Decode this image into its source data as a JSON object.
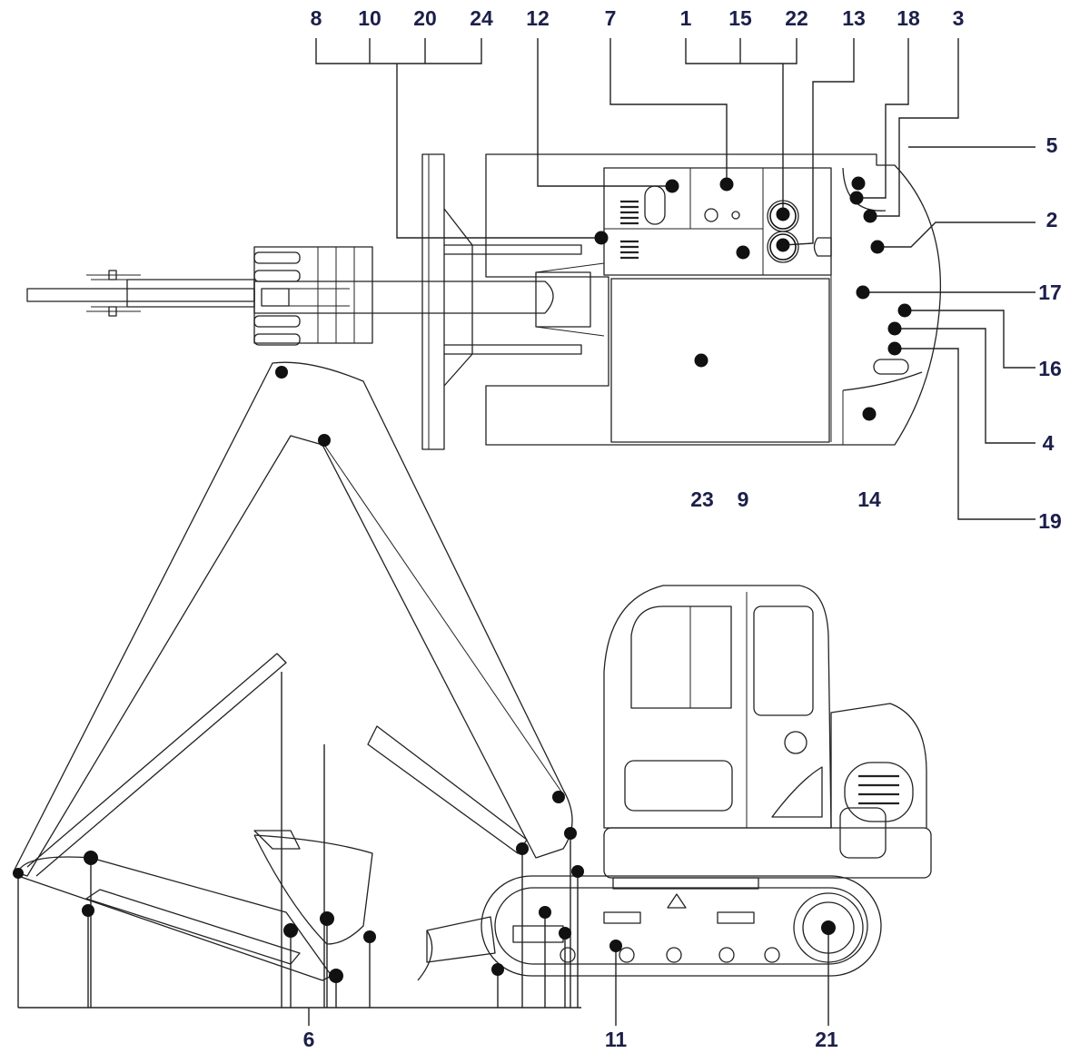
{
  "colors": {
    "dot": "#111111",
    "label": "#1c1f4a",
    "leader": "#222222",
    "outline": "#222222"
  },
  "top_view": {
    "labels": [
      {
        "id": "l8",
        "text": "8"
      },
      {
        "id": "l10",
        "text": "10"
      },
      {
        "id": "l20",
        "text": "20"
      },
      {
        "id": "l24",
        "text": "24"
      },
      {
        "id": "l12",
        "text": "12"
      },
      {
        "id": "l7",
        "text": "7"
      },
      {
        "id": "l1",
        "text": "1"
      },
      {
        "id": "l15",
        "text": "15"
      },
      {
        "id": "l22",
        "text": "22"
      },
      {
        "id": "l13",
        "text": "13"
      },
      {
        "id": "l18",
        "text": "18"
      },
      {
        "id": "l3",
        "text": "3"
      },
      {
        "id": "l5",
        "text": "5"
      },
      {
        "id": "l2",
        "text": "2"
      },
      {
        "id": "l17",
        "text": "17"
      },
      {
        "id": "l16",
        "text": "16"
      },
      {
        "id": "l4",
        "text": "4"
      },
      {
        "id": "l19",
        "text": "19"
      },
      {
        "id": "l23",
        "text": "23"
      },
      {
        "id": "l9",
        "text": "9"
      },
      {
        "id": "l14",
        "text": "14"
      }
    ]
  },
  "side_view": {
    "labels": [
      {
        "id": "l6",
        "text": "6"
      },
      {
        "id": "l11",
        "text": "11"
      },
      {
        "id": "l21",
        "text": "21"
      }
    ]
  }
}
